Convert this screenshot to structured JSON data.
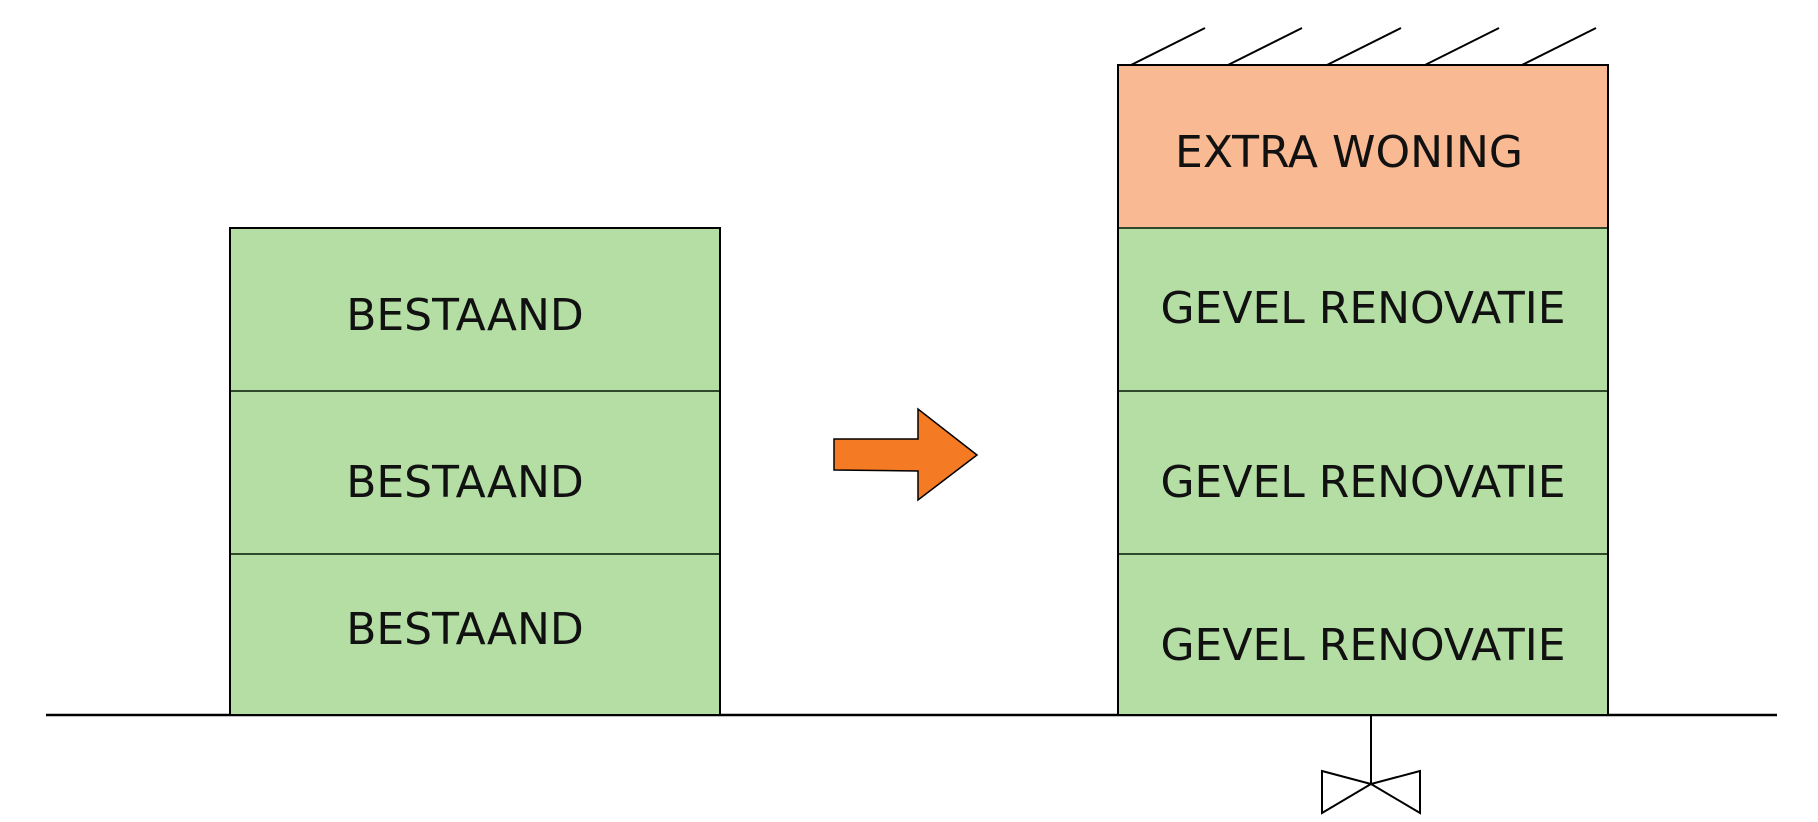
{
  "diagram": {
    "before_building": {
      "floors": [
        {
          "label": "BESTAAND"
        },
        {
          "label": "BESTAAND"
        },
        {
          "label": "BESTAAND"
        }
      ]
    },
    "after_building": {
      "floors": [
        {
          "label": "EXTRA WONING"
        },
        {
          "label": "GEVEL RENOVATIE"
        },
        {
          "label": "GEVEL RENOVATIE"
        },
        {
          "label": "GEVEL RENOVATIE"
        }
      ]
    },
    "colors": {
      "existing_floor_fill": "#b5dea4",
      "extra_floor_fill": "#f9ba93",
      "arrow_fill": "#f47a24",
      "outline": "#000000",
      "floor_divider": "#2f4a2a"
    },
    "icons": {
      "transition_arrow": "arrow-right-icon",
      "roof_hatching": "hatching-icon",
      "valve_symbol": "valve-icon"
    }
  }
}
